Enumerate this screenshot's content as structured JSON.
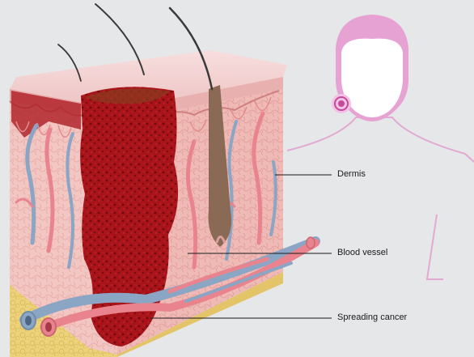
{
  "labels": {
    "dermis": "Dermis",
    "blood_vessel": "Blood vessel",
    "spreading_cancer": "Spreading cancer"
  },
  "colors": {
    "background": "#e6e7e9",
    "skin_surface": "#f3cfcf",
    "dermis_fill": "#f2c6c2",
    "tumour": "#a8141a",
    "tumour_dark": "#6e0a0d",
    "fat_layer": "#ecd27a",
    "artery": "#e9848e",
    "vein": "#8aa6c4",
    "hair": "#3a3a3a",
    "follicle": "#8a6a55",
    "figure_outline": "#e2a9d2",
    "figure_head_fill": "#e7a2d4",
    "lesion_marker": "#c44a9a",
    "leader_line": "#1a1a1a"
  }
}
